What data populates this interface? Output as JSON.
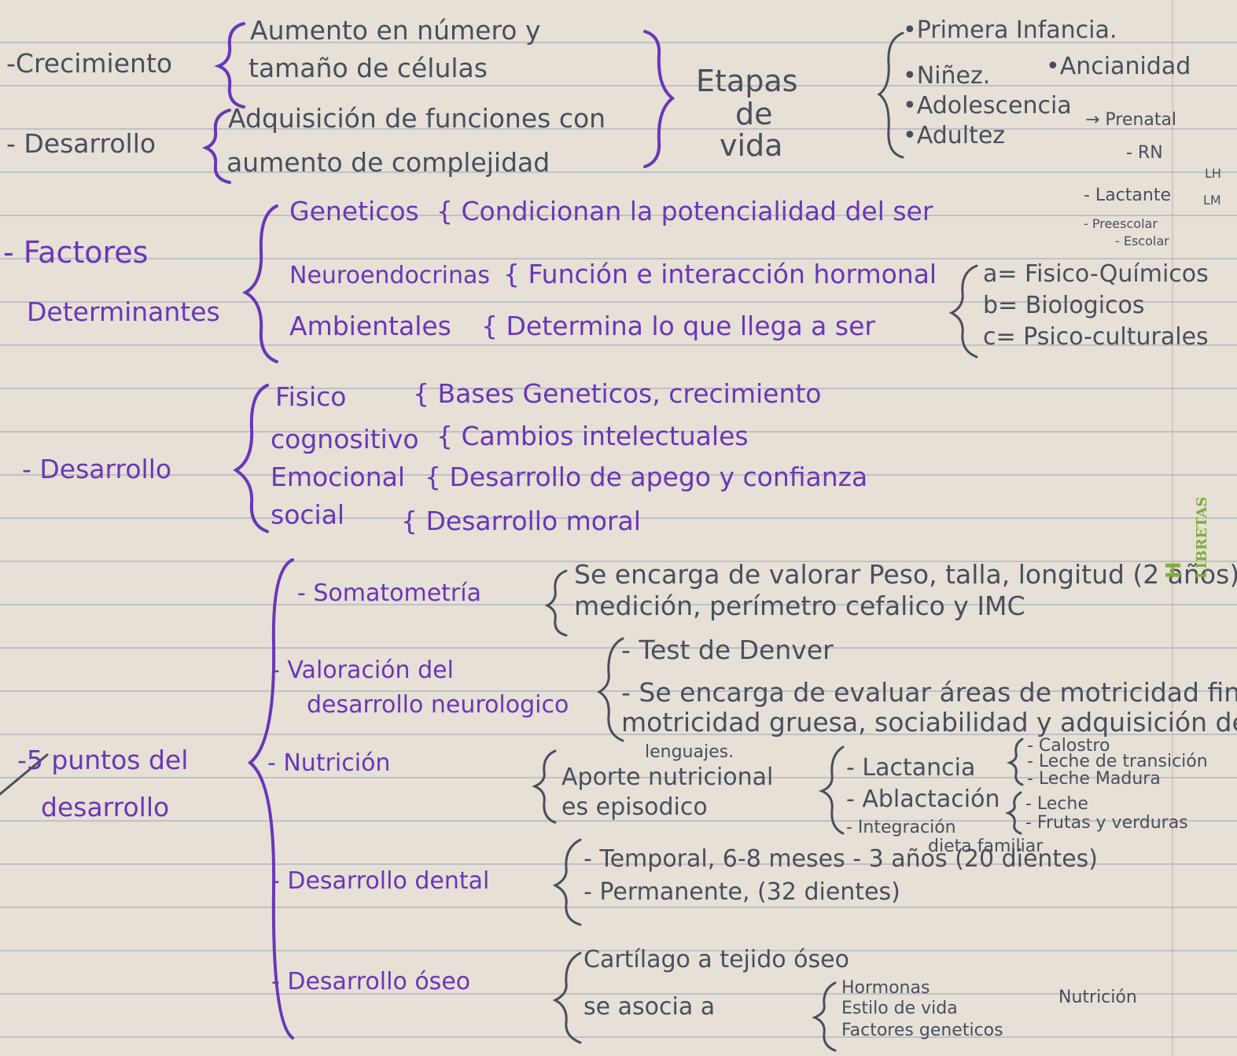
{
  "crecimiento": {
    "label": "-Crecimiento",
    "line1": "Aumento en número y",
    "line2": "tamaño de células"
  },
  "desarrollo_intro": {
    "label": "- Desarrollo",
    "line1": "Adquisición de funciones con",
    "line2": "aumento de complejidad"
  },
  "etapas": {
    "line1": "Etapas",
    "line2": "de",
    "line3": "vida",
    "items": [
      "•Primera Infancia.",
      "•Niñez.",
      "•Adolescencia",
      "•Adultez",
      "•Ancianidad"
    ],
    "side_notes": [
      "→ Prenatal",
      "- RN",
      "- Lactante",
      "LH",
      "LM",
      "- Preescolar",
      "- Escolar"
    ]
  },
  "factores": {
    "label1": "- Factores",
    "label2": "Determinantes",
    "geneticos": "Geneticos",
    "geneticos_desc": "{ Condicionan la potencialidad del ser",
    "neuro": "Neuroendocrinas",
    "neuro_desc": "{ Función e interacción hormonal",
    "ambientales": "Ambientales",
    "ambientales_desc": "{ Determina lo que llega a ser",
    "sub": [
      "a= Fisico-Químicos",
      "b= Biologicos",
      "c= Psico-culturales"
    ]
  },
  "desarrollo": {
    "label": "- Desarrollo",
    "rows": [
      {
        "name": "Fisico",
        "desc": "{ Bases Geneticos, crecimiento"
      },
      {
        "name": "cognositivo",
        "desc": "{ Cambios intelectuales"
      },
      {
        "name": "Emocional",
        "desc": "{ Desarrollo de apego y confianza"
      },
      {
        "name": "social",
        "desc": "{ Desarrollo moral"
      }
    ]
  },
  "puntos": {
    "label1": "-5 puntos del",
    "label2": "desarrollo",
    "somatometria": "- Somatometría",
    "somato_line1": "Se encarga de valorar Peso, talla, longitud (2 años)",
    "somato_line2": "medición, perímetro cefalico y IMC",
    "valoracion1": "- Valoración del",
    "valoracion2": "desarrollo neurologico",
    "val_line1": "- Test de Denver",
    "val_line2": "- Se encarga de evaluar áreas de motricidad fina",
    "val_line3": "motricidad gruesa, sociabilidad y adquisición de",
    "val_line4": "lenguajes.",
    "nutricion": "- Nutrición",
    "nut_line1": "Aporte nutricional",
    "nut_line2": "es episodico",
    "nut_items": [
      "- Lactancia",
      "- Ablactación",
      "- Integración",
      "dieta familiar"
    ],
    "lact_items": [
      "- Calostro",
      "- Leche de transición",
      "- Leche Madura"
    ],
    "ablac_items": [
      "- Leche",
      "- Frutas y verduras"
    ],
    "dental": "- Desarrollo dental",
    "dental_line1": "- Temporal, 6-8 meses - 3 años (20 dientes)",
    "dental_line2": "- Permanente, (32 dientes)",
    "oseo": "- Desarrollo óseo",
    "oseo_line1": "Cartílago a tejido óseo",
    "oseo_line2": "se asocia a",
    "oseo_factors": [
      "Hormonas",
      "Estilo de vida",
      "Factores geneticos"
    ],
    "oseo_extra": "Nutrición"
  },
  "brand": {
    "logo": "H",
    "name": "LIBRETAS"
  }
}
